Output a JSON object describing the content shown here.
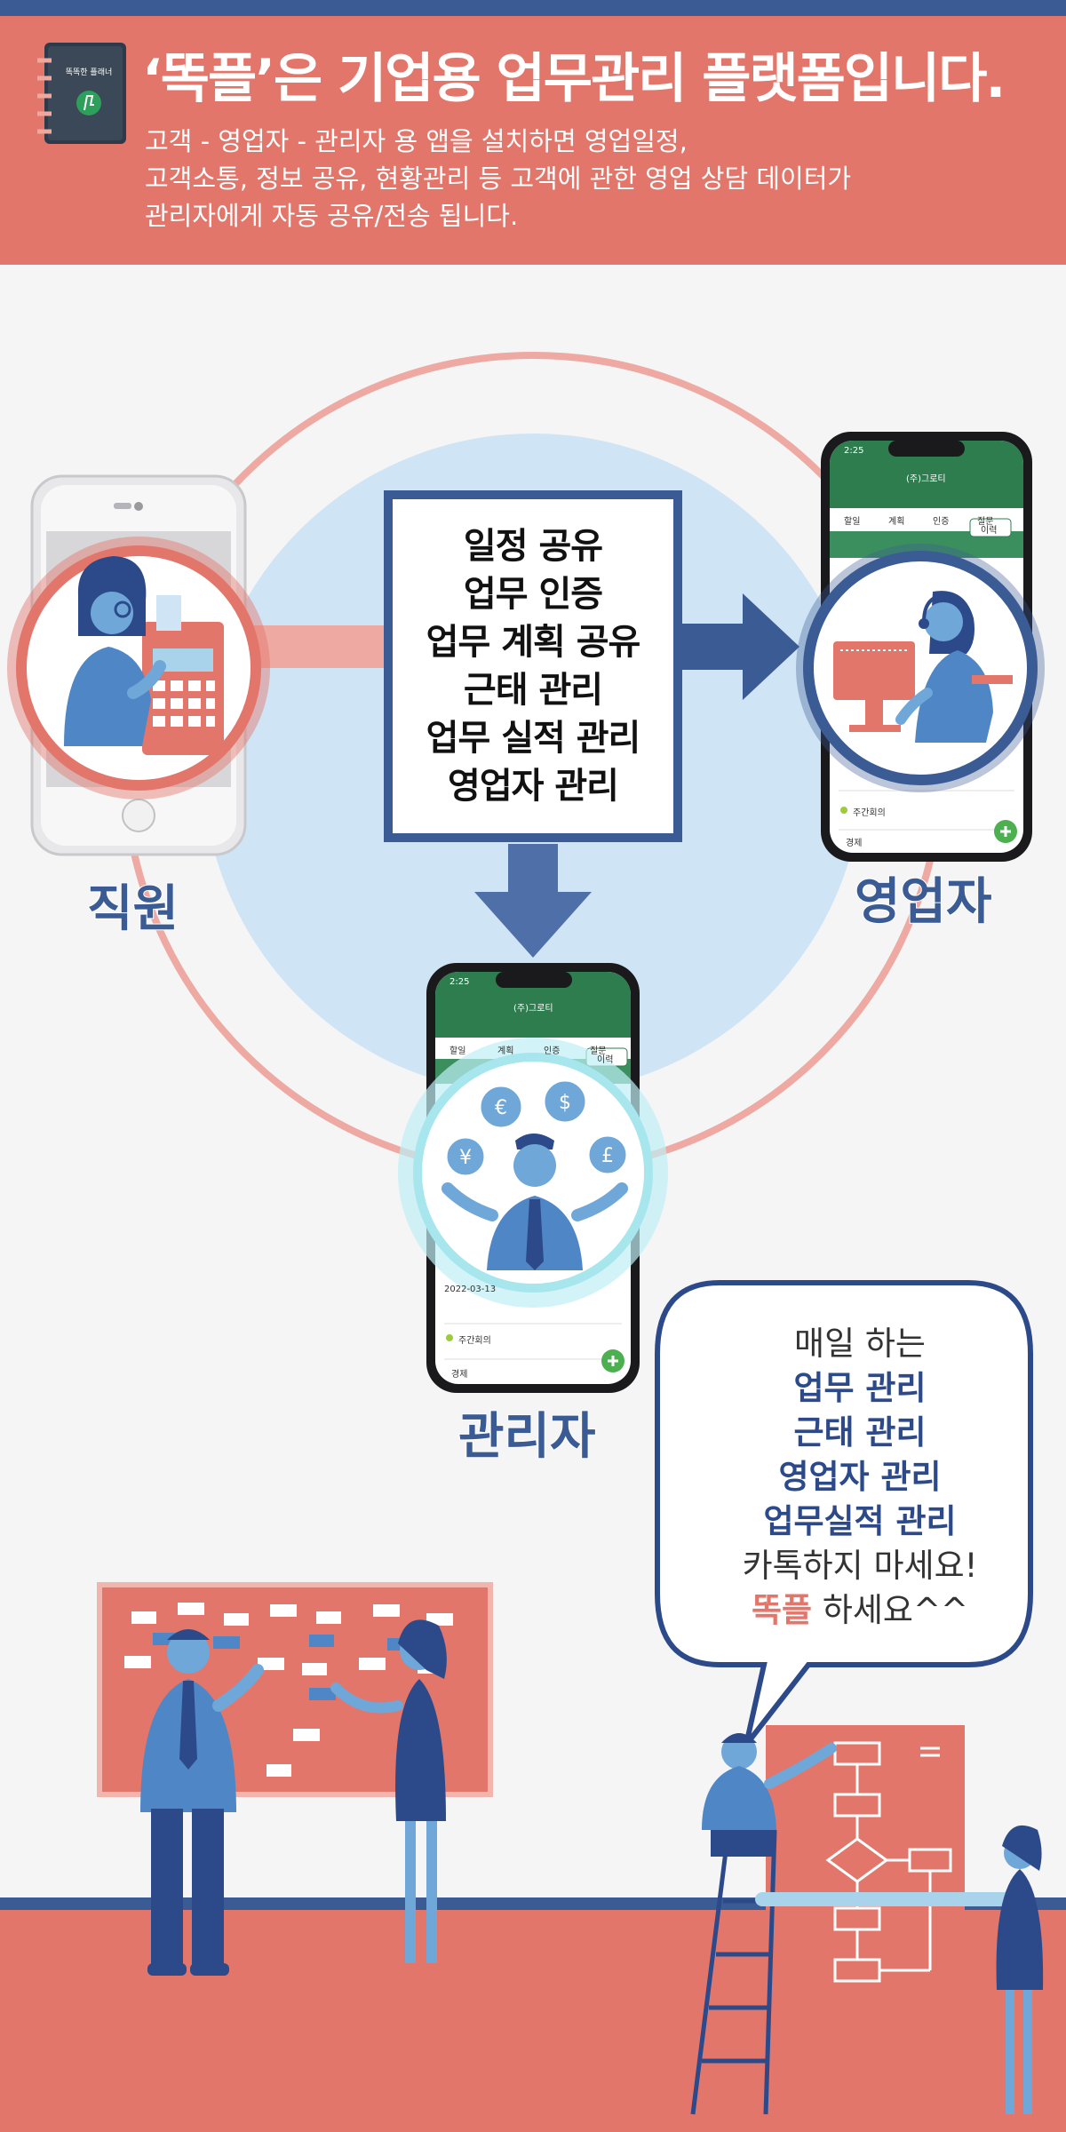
{
  "header": {
    "logo_text": "똑똑한 플래너",
    "title": "‘똑플’은 기업용 업무관리 플랫폼입니다.",
    "description": [
      "고객 - 영업자 - 관리자 용 앱을 설치하면  영업일정,",
      "고객소통, 정보 공유, 현황관리 등 고객에 관한 영업 상담 데이터가",
      "관리자에게 자동 공유/전송 됩니다."
    ]
  },
  "features": [
    "일정 공유",
    "업무 인증",
    "업무 계획 공유",
    "근태 관리",
    "업무 실적 관리",
    "영업자 관리"
  ],
  "roles": {
    "staff": "직원",
    "sales": "영업자",
    "admin": "관리자"
  },
  "phone_ui": {
    "time": "2:25",
    "company": "(주)그로티",
    "tabs": [
      "할일",
      "계획",
      "인증",
      "질문"
    ],
    "button": "이력",
    "meeting": "주간회의",
    "footer": "경제",
    "date": "2022-03-13"
  },
  "bubble": {
    "line1": "매일 하는",
    "line2": "업무 관리",
    "line3": "근태 관리",
    "line4": "영업자 관리",
    "line5": "업무실적 관리",
    "line6": "카톡하지 마세요!",
    "line7_brand": "똑플",
    "line7_rest": " 하세요^^"
  },
  "colors": {
    "coral": "#e2766b",
    "navy": "#3b5b94",
    "light_blue": "#cfe4f4",
    "phone_green": "#2e7d4f"
  }
}
